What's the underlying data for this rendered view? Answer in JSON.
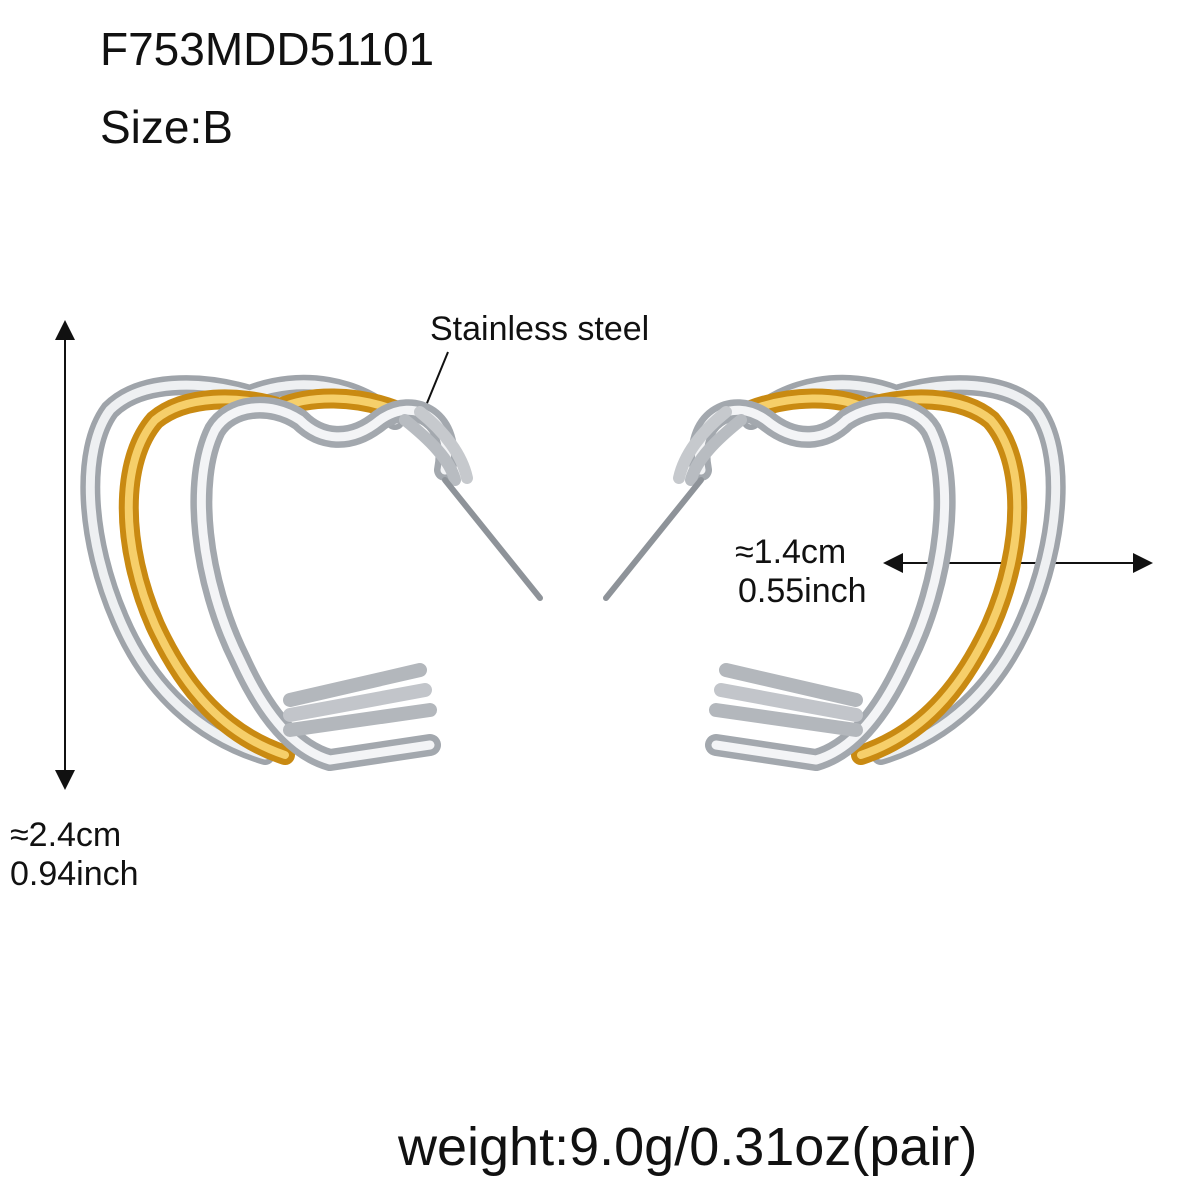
{
  "product": {
    "code": "F753MDD51101",
    "size": "Size:B"
  },
  "callouts": {
    "material": "Stainless steel"
  },
  "dimensions": {
    "height_cm": "≈2.4cm",
    "height_inch": "0.94inch",
    "width_cm": "≈1.4cm",
    "width_inch": "0.55inch"
  },
  "weight": "weight:9.0g/0.31oz(pair)",
  "colors": {
    "background": "#ffffff",
    "text": "#111111",
    "silver": "#c9ccd0",
    "silver_highlight": "#f4f5f7",
    "gold": "#e3a424",
    "gold_highlight": "#f7d37a"
  },
  "images": {
    "left_earring": "heart-hoop-earring-left",
    "right_earring": "heart-hoop-earring-right"
  }
}
